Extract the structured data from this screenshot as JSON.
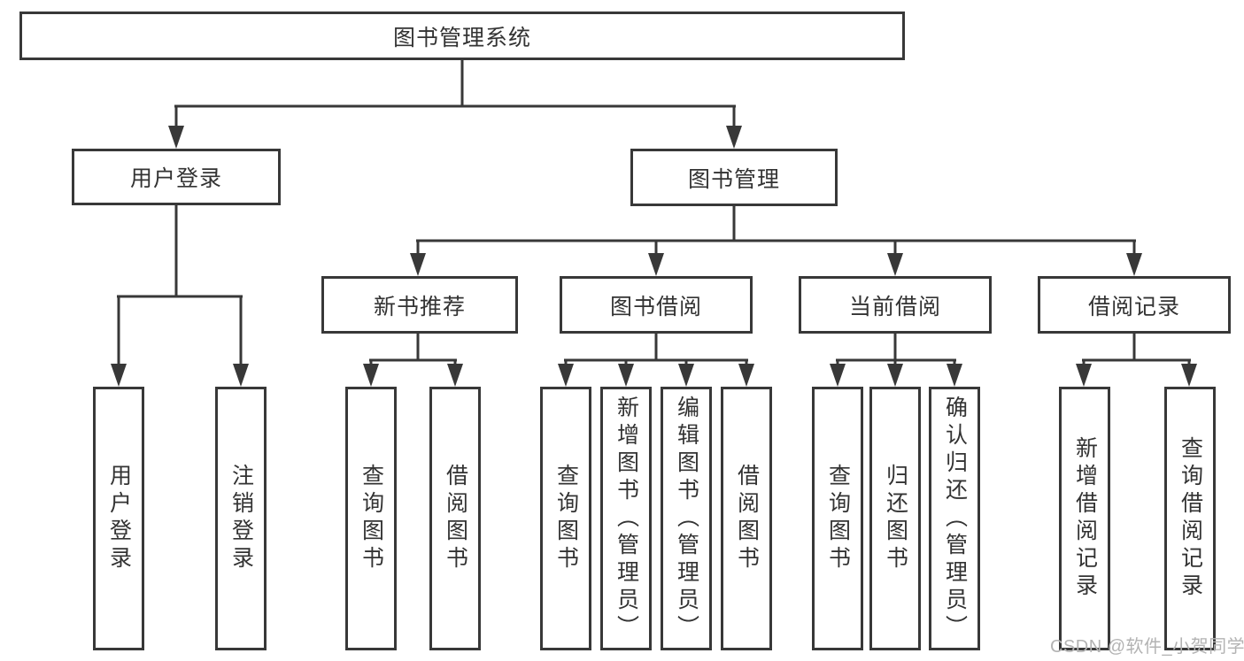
{
  "diagram_title": "图书管理系统",
  "tree": {
    "label": "图书管理系统",
    "children": [
      {
        "label": "用户登录",
        "children": [
          {
            "label": "用户登录"
          },
          {
            "label": "注销登录"
          }
        ]
      },
      {
        "label": "图书管理",
        "children": [
          {
            "label": "新书推荐",
            "children": [
              {
                "label": "查询图书"
              },
              {
                "label": "借阅图书"
              }
            ]
          },
          {
            "label": "图书借阅",
            "children": [
              {
                "label": "查询图书"
              },
              {
                "label": "新增图书（管理员）"
              },
              {
                "label": "编辑图书（管理员）"
              },
              {
                "label": "借阅图书"
              }
            ]
          },
          {
            "label": "当前借阅",
            "children": [
              {
                "label": "查询图书"
              },
              {
                "label": "归还图书"
              },
              {
                "label": "确认归还（管理员）"
              }
            ]
          },
          {
            "label": "借阅记录",
            "children": [
              {
                "label": "新增借阅记录"
              },
              {
                "label": "查询借阅记录"
              }
            ]
          }
        ]
      }
    ]
  },
  "watermark": "CSDN @软件_小贺同学",
  "colors": {
    "line": "#383838",
    "box_border": "#383838",
    "text": "#333333",
    "watermark": "#b3b3b3",
    "background": "#ffffff"
  }
}
